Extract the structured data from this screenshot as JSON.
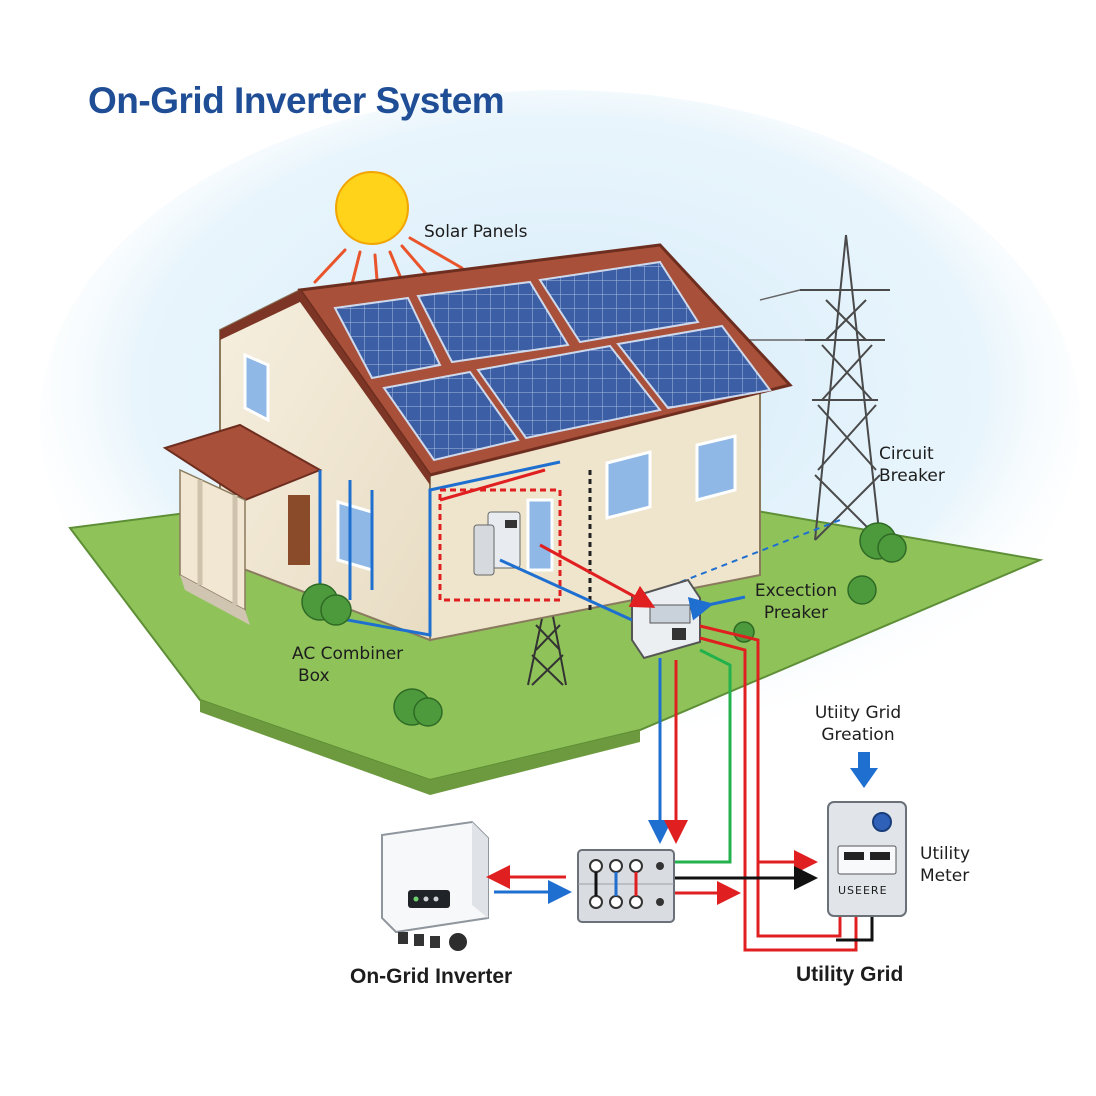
{
  "title": "On-Grid Inverter System",
  "labels": {
    "solar_panels": "Solar Panels",
    "circuit_breaker": [
      "Circuit",
      "Breaker"
    ],
    "excection_preaker": [
      "Excection",
      "Preaker"
    ],
    "ac_combiner_box": [
      "AC Combiner",
      "Box"
    ],
    "utility_grid_geration": [
      "Utiity Grid",
      "Greation"
    ],
    "utility_meter": [
      "Utility",
      "Meter"
    ],
    "on_grid_inverter": "On-Grid Inverter",
    "utility_grid": "Utility Grid",
    "meter_brand": "USEERE"
  },
  "colors": {
    "title": "#1f4e96",
    "wire_red": "#e02020",
    "wire_blue": "#1e6fd0",
    "wire_green": "#22b14c",
    "wire_black": "#111111",
    "wall": "#f3ead8",
    "roof": "#a9503a",
    "panel": "#3b5a9e",
    "grass": "#8fc35a",
    "sun": "#ffd31a",
    "sky": "#dceefa"
  },
  "icons": [
    "sun-icon",
    "down-arrow-icon"
  ]
}
